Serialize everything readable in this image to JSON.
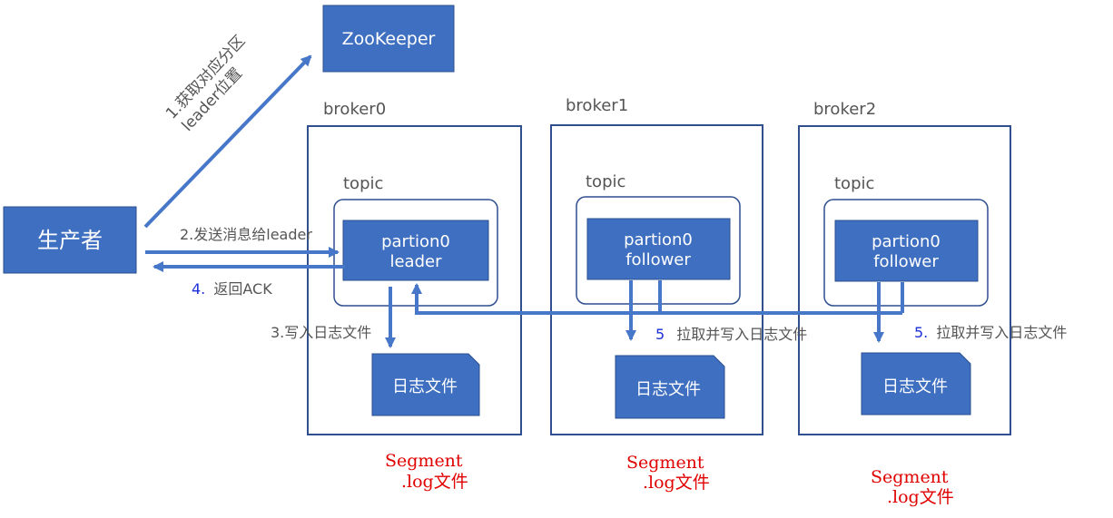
{
  "colors": {
    "box_fill": "#3f6fc0",
    "box_stroke": "#2b4f8f",
    "arrow": "#4677c8",
    "outline": "#2f4f8f",
    "text_dark": "#555555",
    "step_number": "#1d2fd8",
    "segment_red": "#e00000",
    "box_text": "#ffffff"
  },
  "nodes": {
    "zookeeper": "ZooKeeper",
    "producer": "生产者"
  },
  "brokers": [
    {
      "name": "broker0",
      "topic": "topic",
      "partition_line1": "partion0",
      "partition_line2": "leader",
      "log_file": "日志文件",
      "segment_line1": "Segment",
      "segment_line2": ".log文件"
    },
    {
      "name": "broker1",
      "topic": "topic",
      "partition_line1": "partion0",
      "partition_line2": "follower",
      "log_file": "日志文件",
      "segment_line1": "Segment",
      "segment_line2": ".log文件"
    },
    {
      "name": "broker2",
      "topic": "topic",
      "partition_line1": "partion0",
      "partition_line2": "follower",
      "log_file": "日志文件",
      "segment_line1": "Segment",
      "segment_line2": ".log文件"
    }
  ],
  "steps": {
    "step1_line1": "1.获取对应分区",
    "step1_line2": "leader位置",
    "step2": "2.发送消息给leader",
    "step3": "3.写入日志文件",
    "step4_num": "4.",
    "step4_text": "返回ACK",
    "step5a_num": "5",
    "step5a_text": "拉取并写入日志文件",
    "step5b_num": "5.",
    "step5b_text": "拉取并写入日志文件"
  }
}
